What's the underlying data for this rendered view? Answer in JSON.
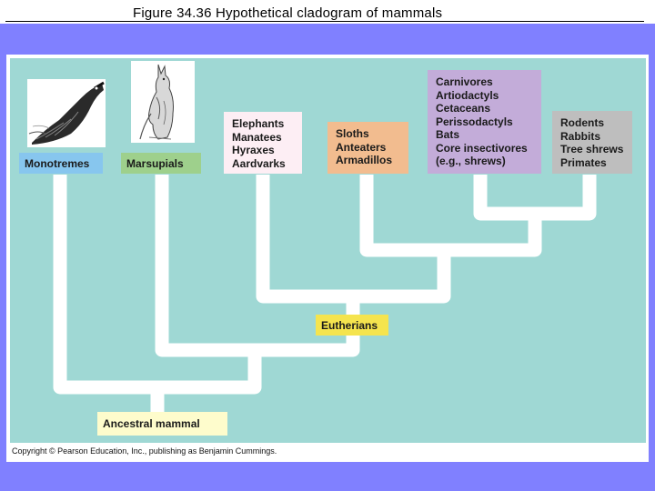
{
  "figure": {
    "title": "Figure 34.36  Hypothetical cladogram of mammals"
  },
  "groups": {
    "monotremes": "Monotremes",
    "marsupials": "Marsupials",
    "eutherians": "Eutherians",
    "ancestral": "Ancestral mammal",
    "afrotheria": [
      "Elephants",
      "Manatees",
      "Hyraxes",
      "Aardvarks"
    ],
    "xenarthra": [
      "Sloths",
      "Anteaters",
      "Armadillos"
    ],
    "laurasiatheria": [
      "Carnivores",
      "Artiodactyls",
      "Cetaceans",
      "Perissodactyls",
      "Bats",
      "Core insectivores",
      "(e.g., shrews)"
    ],
    "euarchontoglires": [
      "Rodents",
      "Rabbits",
      "Tree shrews",
      "Primates"
    ]
  },
  "illustrations": {
    "platypus": "platypus-illustration",
    "kangaroo": "kangaroo-illustration"
  },
  "colors": {
    "background": "#8080ff",
    "diagram_bg": "#9fd8d4",
    "branch": "#ffffff",
    "monotremes": "#87c6ee",
    "marsupials": "#9ed08c",
    "afrotheria": "#fdeef4",
    "xenarthra": "#f2bc8f",
    "laurasiatheria": "#c3acd9",
    "euarchontoglires": "#bebebe",
    "eutherians": "#f5e44e",
    "ancestral": "#fefccc"
  },
  "copyright": "Copyright © Pearson Education, Inc., publishing as Benjamin Cummings."
}
